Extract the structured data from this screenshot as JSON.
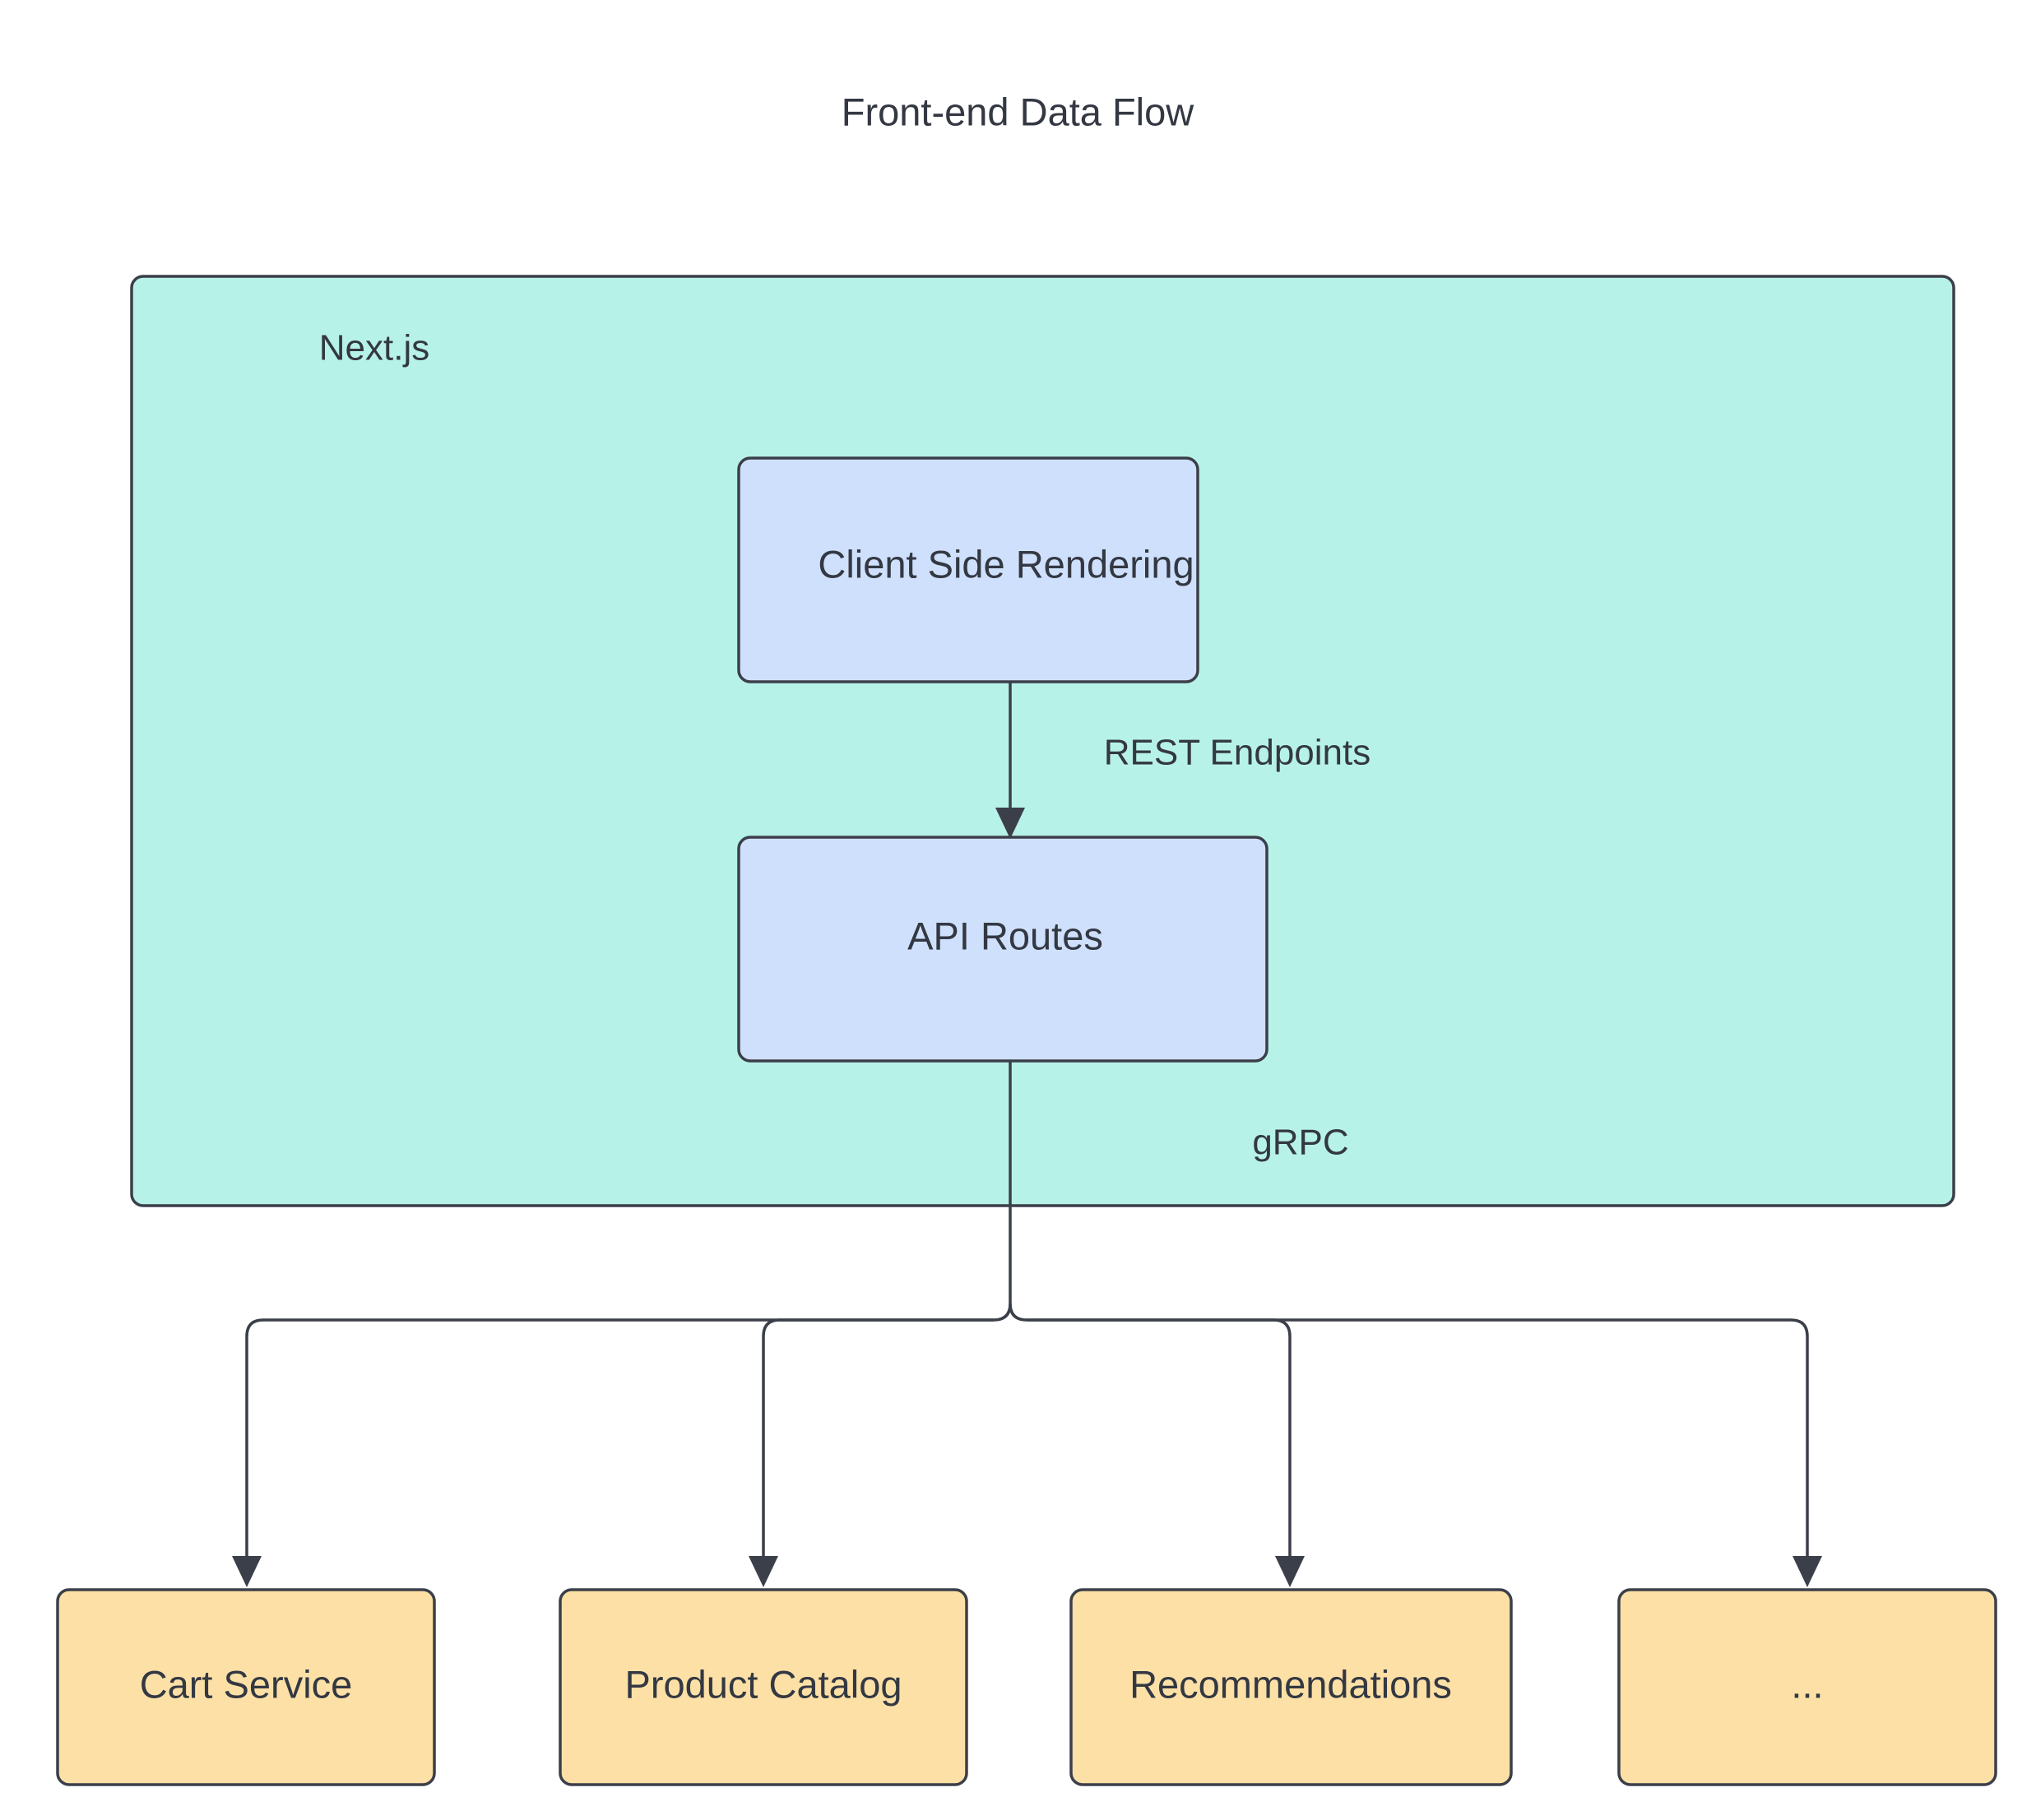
{
  "diagram": {
    "title": "Front-end Data Flow",
    "type": "flowchart",
    "background_color": "#ffffff",
    "stroke_color": "#3b3f49",
    "text_color": "#333842",
    "cluster": {
      "label": "Next.js",
      "fill": "#b7f2e8",
      "stroke": "#3b3f49"
    },
    "nodes": [
      {
        "id": "csr",
        "label": "Client Side Rendering",
        "fill": "#cfe0fd",
        "group": "next"
      },
      {
        "id": "api",
        "label": "API Routes",
        "fill": "#cfe0fd",
        "group": "next"
      },
      {
        "id": "cart",
        "label": "Cart Service",
        "fill": "#fce0a6",
        "group": "services"
      },
      {
        "id": "catalog",
        "label": "Product Catalog",
        "fill": "#fce0a6",
        "group": "services"
      },
      {
        "id": "recs",
        "label": "Recommendations",
        "fill": "#fce0a6",
        "group": "services"
      },
      {
        "id": "more",
        "label": "...",
        "fill": "#fce0a6",
        "group": "services"
      }
    ],
    "edges": [
      {
        "from": "csr",
        "to": "api",
        "label": "REST Endpoints"
      },
      {
        "from": "api",
        "to": "cart",
        "label": "gRPC"
      },
      {
        "from": "api",
        "to": "catalog",
        "label": ""
      },
      {
        "from": "api",
        "to": "recs",
        "label": ""
      },
      {
        "from": "api",
        "to": "more",
        "label": ""
      }
    ],
    "edge_labels": [
      {
        "id": "rest",
        "text": "REST Endpoints"
      },
      {
        "id": "grpc",
        "text": "gRPC"
      }
    ]
  }
}
